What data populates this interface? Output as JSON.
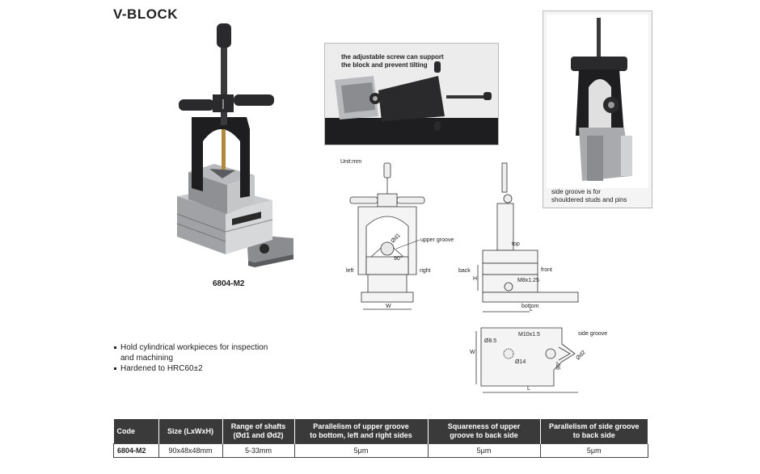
{
  "title": "V-BLOCK",
  "model_label": "6804-M2",
  "captions": {
    "adjustable_screw": [
      "the adjustable screw can support",
      "the block and prevent tilting"
    ],
    "side_groove": [
      "side groove is for",
      "shouldered studs and pins"
    ]
  },
  "diagram": {
    "unit": "Unit:mm",
    "front_view": {
      "d1": "Ød1",
      "angle": "90°",
      "upper_groove": "upper groove",
      "left": "left",
      "right": "right",
      "width": "W"
    },
    "side_view": {
      "top": "top",
      "back": "back",
      "front": "front",
      "height": "H",
      "thread": "M8x1.25",
      "bottom": "bottom",
      "length": "L"
    },
    "bottom_view": {
      "width": "W",
      "d85": "Ø8.5",
      "d14": "Ø14",
      "thread": "M10x1.5",
      "side_groove": "side groove",
      "angle": "90°",
      "d2": "Ød2",
      "length": "L"
    }
  },
  "bullets": [
    [
      "Hold cylindrical workpieces for inspection",
      "and machining"
    ],
    [
      "Hardened to HRC60±2"
    ]
  ],
  "table": {
    "headers": [
      [
        "Code"
      ],
      [
        "Size (LxWxH)"
      ],
      [
        "Range of shafts",
        "(Ød1 and Ød2)"
      ],
      [
        "Parallelism of upper groove",
        "to bottom, left and right sides"
      ],
      [
        "Squareness of upper",
        "groove to back side"
      ],
      [
        "Parallelism of side groove",
        "to back side"
      ]
    ],
    "rows": [
      [
        "6804-M2",
        "90x48x48mm",
        "5-33mm",
        "5μm",
        "5μm",
        "5μm"
      ]
    ]
  }
}
